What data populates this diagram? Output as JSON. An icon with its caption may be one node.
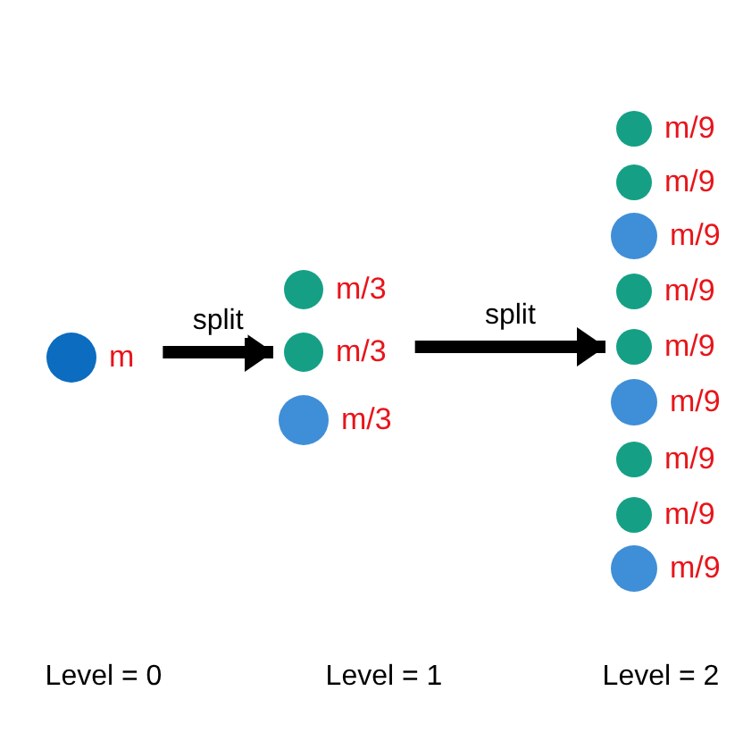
{
  "diagram": {
    "nodes": [
      {
        "text": [],
        "shape": "circle",
        "beside": [
          "m"
        ]
      },
      {
        "text": [],
        "shape": "circle",
        "beside": [
          "m/3"
        ]
      },
      {
        "text": [],
        "shape": "circle",
        "beside": [
          "m/3"
        ]
      },
      {
        "text": [],
        "shape": "circle",
        "beside": [
          "m/3"
        ]
      },
      {
        "text": [],
        "shape": "circle",
        "beside": [
          "m/9"
        ]
      },
      {
        "text": [],
        "shape": "circle",
        "beside": [
          "m/9"
        ]
      },
      {
        "text": [],
        "shape": "circle",
        "beside": [
          "m/9"
        ]
      },
      {
        "text": [],
        "shape": "circle",
        "beside": [
          "m/9"
        ]
      },
      {
        "text": [],
        "shape": "circle",
        "beside": [
          "m/9"
        ]
      },
      {
        "text": [],
        "shape": "circle",
        "beside": [
          "m/9"
        ]
      },
      {
        "text": [],
        "shape": "circle",
        "beside": [
          "m/9"
        ]
      },
      {
        "text": [],
        "shape": "circle",
        "beside": [
          "m/9"
        ]
      },
      {
        "text": [],
        "shape": "circle",
        "beside": [
          "m/9"
        ]
      }
    ],
    "edges": [
      {
        "from": 0,
        "to": 2,
        "arrow": "to",
        "label": "split"
      },
      {
        "from": 2,
        "to": 8,
        "arrow": "to",
        "label": "split"
      }
    ],
    "labels": [
      "Level = 0",
      "Level = 1",
      "Level = 2"
    ]
  }
}
